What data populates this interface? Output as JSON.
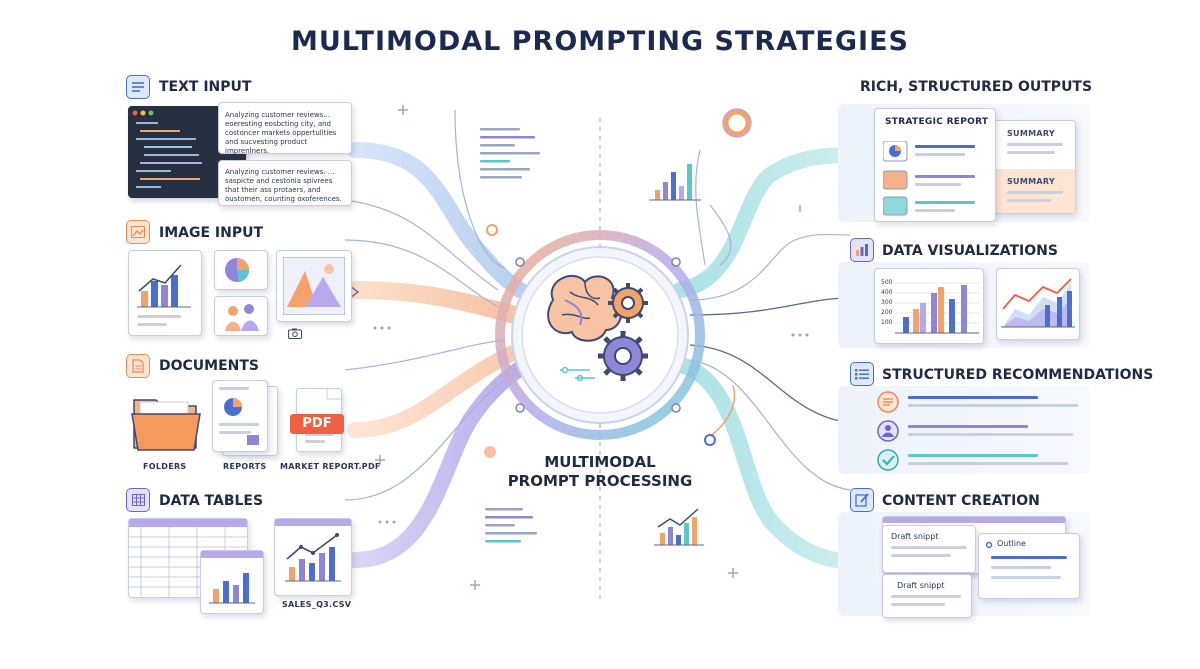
{
  "title": "MULTIMODAL PROMPTING STRATEGIES",
  "inputs": {
    "text": {
      "label": "TEXT INPUT",
      "icon": "text-lines-icon",
      "note1": "Analyzing customer reviews... eoeresting eosbcting city, and costoncer markets oppertullties and sucvesting product imprenlners.",
      "note2": "Analyzing customer reviews. ... saspicte and cestonia spivrees that their ass protaers, and oustomen, counting oxoferences."
    },
    "image": {
      "label": "IMAGE INPUT",
      "icon": "image-icon"
    },
    "documents": {
      "label": "DOCUMENTS",
      "icon": "document-icon",
      "folders": "FOLDERS",
      "reports": "REPORTS",
      "pdf_badge": "PDF",
      "pdf_name": "MARKET REPORT.PDF"
    },
    "tables": {
      "label": "DATA TABLES",
      "icon": "table-icon",
      "file": "SALES_Q3.CSV"
    }
  },
  "hub": {
    "line1": "MULTIMODAL",
    "line2": "PROMPT PROCESSING",
    "icon": "brain-gears-icon"
  },
  "outputs": {
    "rich": {
      "label": "RICH, STRUCTURED OUTPUTS",
      "report_title": "STRATEGIC REPORT",
      "summary1": "SUMMARY",
      "summary2": "SUMMARY"
    },
    "viz": {
      "label": "DATA VISUALIZATIONS",
      "icon": "bar-chart-icon",
      "ticks": [
        "500",
        "400",
        "300",
        "200",
        "100"
      ]
    },
    "recs": {
      "label": "STRUCTURED RECOMMENDATIONS",
      "icon": "list-icon"
    },
    "content": {
      "label": "CONTENT CREATION",
      "icon": "pencil-icon",
      "draft1": "Draft snippt",
      "draft2": "Draft snippt",
      "outline": "Outline"
    }
  },
  "colors": {
    "orange": "#f4a26b",
    "purple": "#8e86d9",
    "teal": "#5cc6cf",
    "blue": "#4a6fd1",
    "navy": "#1c2a4f"
  }
}
